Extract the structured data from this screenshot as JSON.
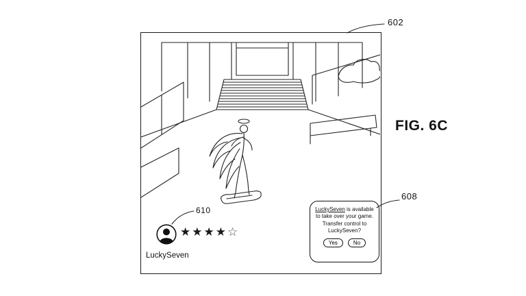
{
  "figure": {
    "label": "FIG. 6C",
    "ref_screen": "602",
    "ref_dialog": "608",
    "ref_player": "610"
  },
  "player": {
    "name": "LuckySeven",
    "stars_filled": "★★★★",
    "star_empty": "☆"
  },
  "dialog": {
    "name_link": "LuckySeven",
    "text_after_name": " is available to take over your game. Transfer control to LuckySeven?",
    "yes_label": "Yes",
    "no_label": "No"
  }
}
